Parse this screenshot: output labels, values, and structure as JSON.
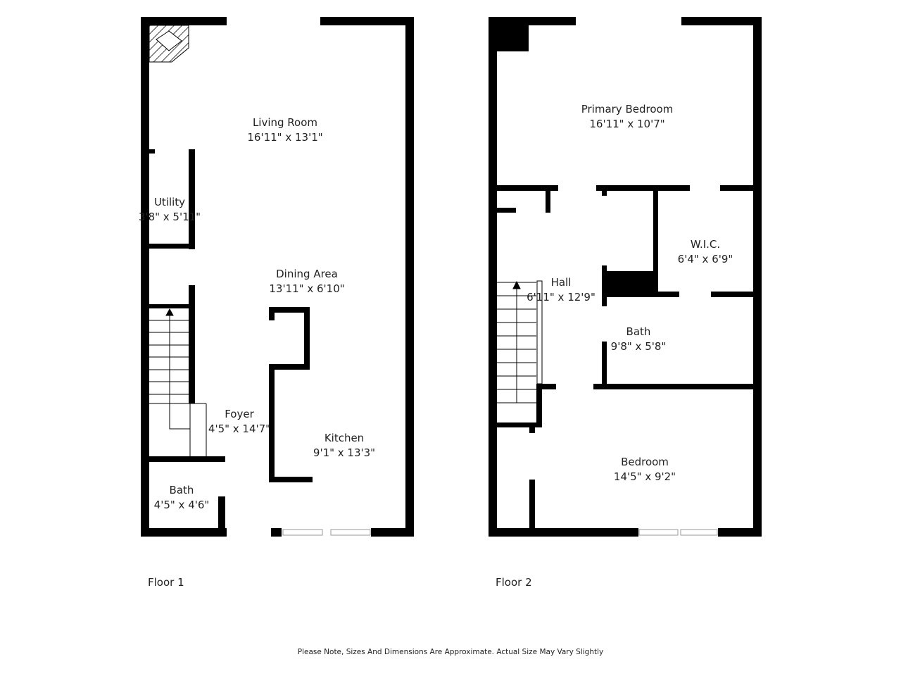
{
  "floors": [
    {
      "label": "Floor 1",
      "rooms": [
        {
          "name": "Living Room",
          "dims": "16'11\" x 13'1\""
        },
        {
          "name": "Utility",
          "dims": "3'8\" x 5'11\""
        },
        {
          "name": "Dining Area",
          "dims": "13'11\" x 6'10\""
        },
        {
          "name": "Foyer",
          "dims": "4'5\" x 14'7\""
        },
        {
          "name": "Kitchen",
          "dims": "9'1\" x 13'3\""
        },
        {
          "name": "Bath",
          "dims": "4'5\" x 4'6\""
        }
      ]
    },
    {
      "label": "Floor 2",
      "rooms": [
        {
          "name": "Primary Bedroom",
          "dims": "16'11\" x 10'7\""
        },
        {
          "name": "W.I.C.",
          "dims": "6'4\" x 6'9\""
        },
        {
          "name": "Hall",
          "dims": "6'11\" x 12'9\""
        },
        {
          "name": "Bath",
          "dims": "9'8\" x 5'8\""
        },
        {
          "name": "Bedroom",
          "dims": "14'5\" x 9'2\""
        }
      ]
    }
  ],
  "footer_note": "Please Note, Sizes And Dimensions Are Approximate. Actual Size May Vary Slightly",
  "colors": {
    "wall": "#000000",
    "background": "#ffffff"
  }
}
